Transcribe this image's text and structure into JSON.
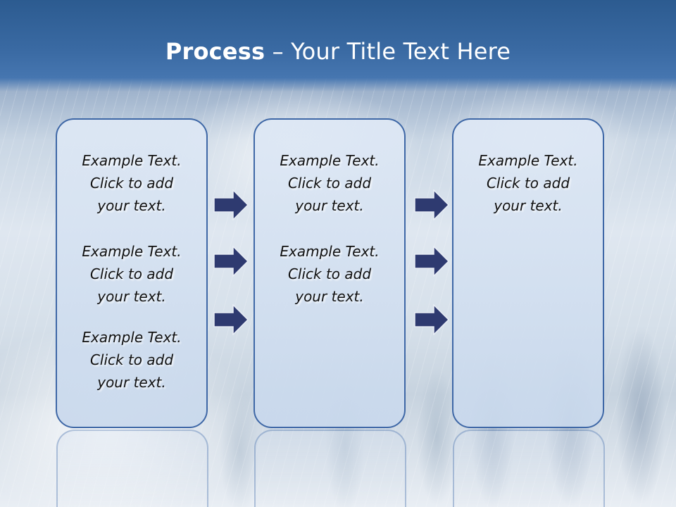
{
  "slide": {
    "title_bold": "Process",
    "title_rest": " – Your Title Text Here"
  },
  "columns": [
    {
      "items": [
        {
          "line1": "Example Text.",
          "line2": "Click  to add",
          "line3": "your text."
        },
        {
          "line1": "Example Text.",
          "line2": "Click  to add",
          "line3": "your text."
        },
        {
          "line1": "Example Text.",
          "line2": "Click  to add",
          "line3": "your text."
        }
      ]
    },
    {
      "items": [
        {
          "line1": "Example Text.",
          "line2": "Click  to add",
          "line3": "your text."
        },
        {
          "line1": "Example Text.",
          "line2": "Click  to add",
          "line3": "your text."
        }
      ]
    },
    {
      "items": [
        {
          "line1": "Example Text.",
          "line2": "Click  to add",
          "line3": "your text."
        }
      ]
    }
  ],
  "colors": {
    "header": "#3a6aa3",
    "box_border": "#3e67a6",
    "arrow_fill": "#2e3a70"
  },
  "icons": [
    "right-arrow-icon"
  ]
}
